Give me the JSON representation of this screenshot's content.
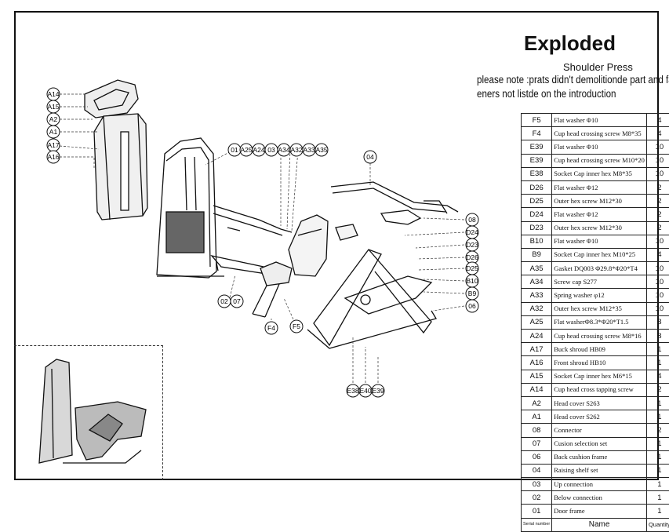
{
  "title": "Exploded",
  "subtitle": "Shoulder Press",
  "note_line1": "please note :prats didn't demolitionde part and fast",
  "note_line2": "eners not listde on the introduction",
  "callouts": {
    "left": [
      "A14",
      "A15",
      "A2",
      "A1",
      "A17",
      "A16"
    ],
    "top_row": [
      "01",
      "A25",
      "A24",
      "03",
      "A34",
      "A32",
      "A33",
      "A35"
    ],
    "right_col": [
      "08",
      "D24",
      "D23",
      "D26",
      "D25",
      "B10",
      "B9",
      "06"
    ],
    "frame_04": "04",
    "mid": [
      "02",
      "07"
    ],
    "seat": [
      "F4",
      "F5"
    ],
    "bottom": [
      "E38",
      "E40",
      "E39"
    ]
  },
  "table": {
    "header": {
      "serial": "Serial number",
      "name": "Name",
      "quantity": "Quantity"
    },
    "rows": [
      {
        "id": "F5",
        "name": "Flat washer Φ10",
        "qty": "4"
      },
      {
        "id": "F4",
        "name": "Cup head crossing screw M8*35",
        "qty": "4"
      },
      {
        "id": "E39",
        "name": "Flat washer Φ10",
        "qty": "10"
      },
      {
        "id": "E39",
        "name": "Cup head crossing screw M10*20",
        "qty": "10"
      },
      {
        "id": "E38",
        "name": "Socket Cap inner hex M8*35",
        "qty": "10"
      },
      {
        "id": "D26",
        "name": "Flat washer Φ12",
        "qty": "2"
      },
      {
        "id": "D25",
        "name": "Outer hex screw M12*30",
        "qty": "2"
      },
      {
        "id": "D24",
        "name": "Flat washer Φ12",
        "qty": "2"
      },
      {
        "id": "D23",
        "name": "Outer hex screw M12*30",
        "qty": "2"
      },
      {
        "id": "B10",
        "name": "Flat washer Φ10",
        "qty": "10"
      },
      {
        "id": "B9",
        "name": "Socket Cap inner hex M10*25",
        "qty": "4"
      },
      {
        "id": "A35",
        "name": "Gasket DQ003 Φ29.8*Φ20*T4",
        "qty": "10"
      },
      {
        "id": "A34",
        "name": "Screw cap S277",
        "qty": "10"
      },
      {
        "id": "A33",
        "name": "Spring washer φ12",
        "qty": "10"
      },
      {
        "id": "A32",
        "name": "Outer hex screw M12*35",
        "qty": "10"
      },
      {
        "id": "A25",
        "name": "Flat washerΦ8.3*Φ20*T1.5",
        "qty": "8"
      },
      {
        "id": "A24",
        "name": "Cup head crossing screw M8*16",
        "qty": "8"
      },
      {
        "id": "A17",
        "name": "Buck shroud HB09",
        "qty": "1"
      },
      {
        "id": "A16",
        "name": "Front shroud HB10",
        "qty": "1"
      },
      {
        "id": "A15",
        "name": "Socket Cap inner hex M6*15",
        "qty": "4"
      },
      {
        "id": "A14",
        "name": "Cup head cross tapping screw",
        "qty": "2"
      },
      {
        "id": "A2",
        "name": "Head cover S263",
        "qty": "1"
      },
      {
        "id": "A1",
        "name": "Head cover S262",
        "qty": "1"
      },
      {
        "id": "08",
        "name": "Connector",
        "qty": "2"
      },
      {
        "id": "07",
        "name": "Cusion selection set",
        "qty": "1"
      },
      {
        "id": "06",
        "name": "Back cushion frame",
        "qty": "1"
      },
      {
        "id": "04",
        "name": "Raising shelf set",
        "qty": "1"
      },
      {
        "id": "03",
        "name": "Up connection",
        "qty": "1"
      },
      {
        "id": "02",
        "name": "Below connection",
        "qty": "1"
      },
      {
        "id": "01",
        "name": "Door frame",
        "qty": "1"
      }
    ]
  }
}
